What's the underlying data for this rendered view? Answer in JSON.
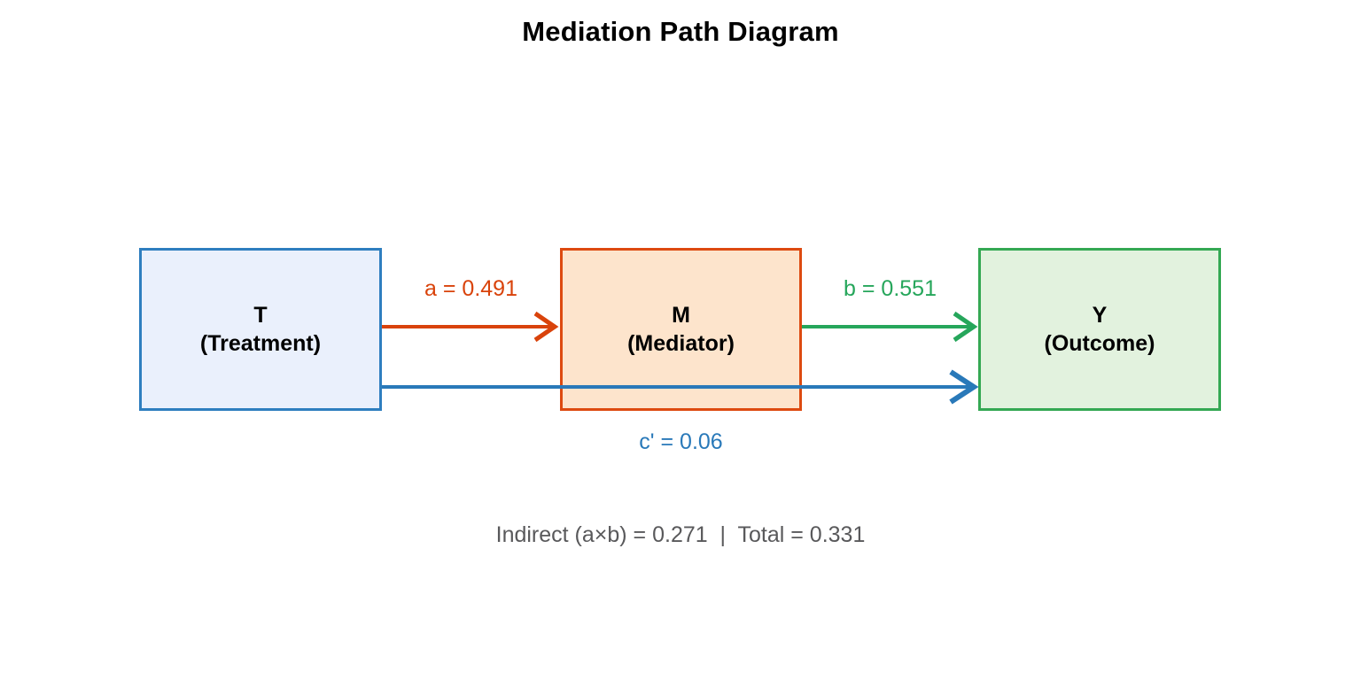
{
  "figure": {
    "title": "Mediation Path Diagram",
    "background_color": "#ffffff"
  },
  "nodes": [
    {
      "id": "T",
      "code": "T",
      "name": "(Treatment)",
      "fill_color": "#eaf0fc",
      "border_color": "#2e7ebf"
    },
    {
      "id": "M",
      "code": "M",
      "name": "(Mediator)",
      "fill_color": "#fde4cc",
      "border_color": "#dd4a10"
    },
    {
      "id": "Y",
      "code": "Y",
      "name": "(Outcome)",
      "fill_color": "#e2f2de",
      "border_color": "#34a853"
    }
  ],
  "paths": [
    {
      "id": "a",
      "label": "a = 0.491",
      "coefficient": 0.491,
      "from": "T",
      "to": "M",
      "color": "#d9430b"
    },
    {
      "id": "b",
      "label": "b = 0.551",
      "coefficient": 0.551,
      "from": "M",
      "to": "Y",
      "color": "#26a65b"
    },
    {
      "id": "c_prime",
      "label": "c' = 0.06",
      "coefficient": 0.06,
      "from": "T",
      "to": "Y",
      "color": "#2979b9"
    }
  ],
  "summary": {
    "text": "Indirect (a×b) = 0.271  |  Total = 0.331",
    "indirect_label": "Indirect (a×b)",
    "indirect_value": 0.271,
    "total_label": "Total",
    "total_value": 0.331,
    "color": "#59595b"
  },
  "chart_data": {
    "type": "diagram",
    "title": "Mediation Path Diagram",
    "nodes": [
      "T (Treatment)",
      "M (Mediator)",
      "Y (Outcome)"
    ],
    "edges": [
      {
        "from": "T",
        "to": "M",
        "label": "a = 0.491",
        "value": 0.491
      },
      {
        "from": "M",
        "to": "Y",
        "label": "b = 0.551",
        "value": 0.551
      },
      {
        "from": "T",
        "to": "Y",
        "label": "c' = 0.06",
        "value": 0.06
      }
    ],
    "annotations": [
      "Indirect (a×b) = 0.271  |  Total = 0.331"
    ]
  }
}
